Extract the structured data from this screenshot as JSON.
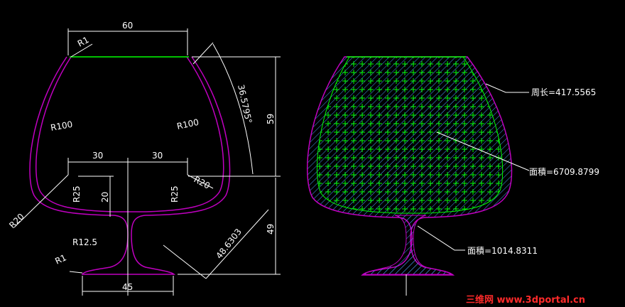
{
  "colors": {
    "background": "#000000",
    "profile": "#c000c0",
    "top_line": "#00ff00",
    "dimension": "#ffffff",
    "hatch_fill": "#00ff00",
    "hatch_lines": "#4aa0ff",
    "watermark": "#ff2a2a"
  },
  "left_drawing": {
    "dims": {
      "top_width": "60",
      "r1_top": "R1",
      "angle": "36.5795°",
      "height_top": "59",
      "r100_left": "R100",
      "r100_right": "R100",
      "w30_left": "30",
      "w30_right": "30",
      "r25_left": "R25",
      "h20": "20",
      "r25_right": "R25",
      "r20_left": "R20",
      "r20_right": "R20",
      "r12_5": "R12.5",
      "height_bottom": "49",
      "diag_length": "48.6303",
      "r1_bottom": "R1",
      "base_width": "45"
    }
  },
  "right_drawing": {
    "perimeter_label": "周长=417.5565",
    "area_bowl_label": "面積=6709.8799",
    "area_stem_label": "面積=1014.8311"
  },
  "watermark": "三维网 www.3dportal.cn"
}
